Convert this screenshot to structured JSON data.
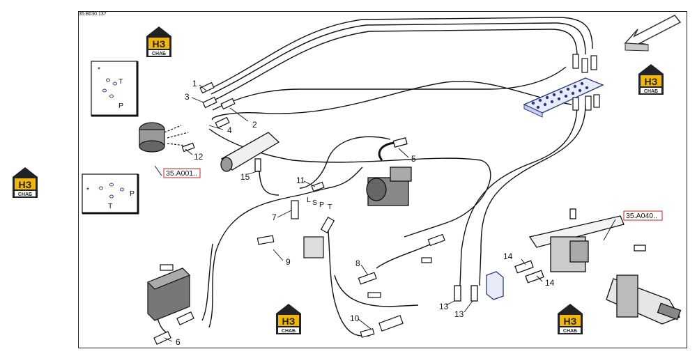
{
  "document": {
    "code": "35.B030.137"
  },
  "logo": {
    "letters": "НЗ",
    "word": "СНАБ",
    "color_dark": "#1f2326",
    "color_yellow": "#f2b705",
    "color_white": "#ffffff"
  },
  "references": [
    {
      "id": "ref-a001",
      "label": "35.A001.."
    },
    {
      "id": "ref-a040",
      "label": "35.A040.."
    }
  ],
  "callouts": [
    "1",
    "2",
    "3",
    "4",
    "5",
    "6",
    "7",
    "8",
    "9",
    "10",
    "11",
    "12",
    "13",
    "13",
    "14",
    "14",
    "15"
  ],
  "inset_labels": {
    "top": [
      "*",
      "T",
      "P"
    ],
    "bottom": [
      "*",
      "P",
      "T"
    ]
  },
  "valve_labels": [
    "L",
    "S",
    "P",
    "T"
  ],
  "colors": {
    "line": "#111111",
    "ref_box": "#cc2222",
    "manifold": "#2a3a8a",
    "manifold_fill": "#e8ecf8"
  }
}
